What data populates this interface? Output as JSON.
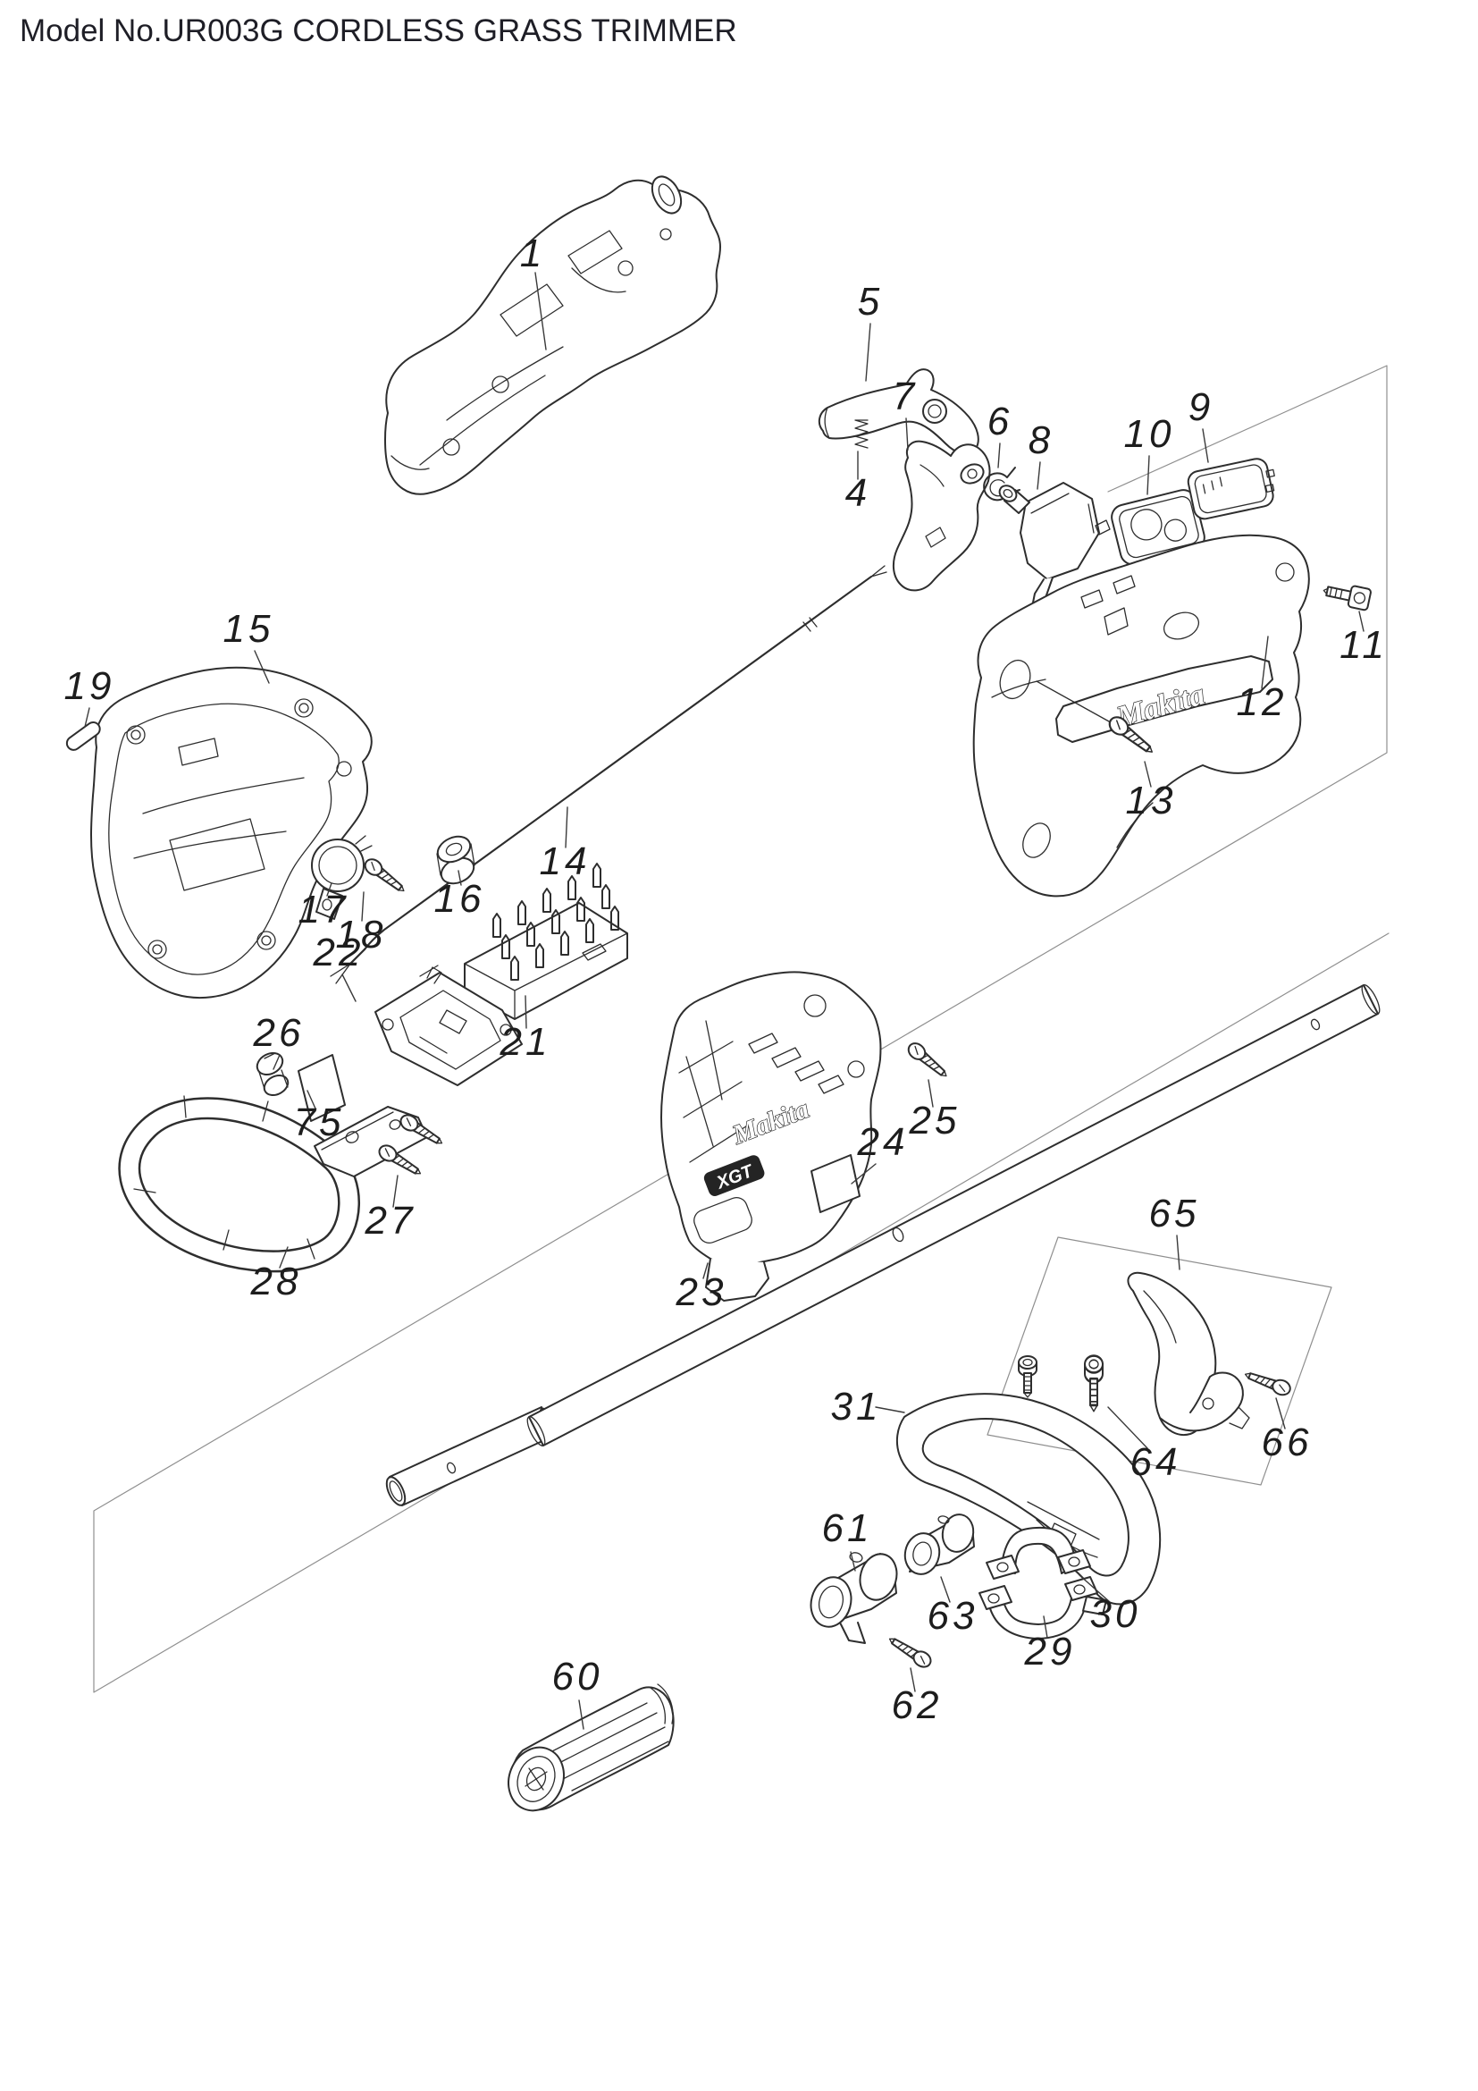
{
  "title": "Model No.UR003G CORDLESS GRASS TRIMMER",
  "colors": {
    "background": "#ffffff",
    "line": "#2e2e2e",
    "label": "#1d1d1d"
  },
  "brand": {
    "rear_housing_logo": "Makita",
    "battery_housing_logo": "Makita",
    "battery_housing_badge": "XGT"
  },
  "parts": {
    "p1": {
      "number": "1"
    },
    "p4": {
      "number": "4"
    },
    "p5": {
      "number": "5"
    },
    "p6": {
      "number": "6"
    },
    "p7": {
      "number": "7"
    },
    "p8": {
      "number": "8"
    },
    "p9": {
      "number": "9"
    },
    "p10": {
      "number": "10"
    },
    "p11": {
      "number": "11"
    },
    "p12": {
      "number": "12"
    },
    "p13": {
      "number": "13"
    },
    "p14": {
      "number": "14"
    },
    "p15": {
      "number": "15"
    },
    "p16": {
      "number": "16"
    },
    "p17": {
      "number": "17"
    },
    "p18": {
      "number": "18"
    },
    "p19": {
      "number": "19"
    },
    "p21": {
      "number": "21"
    },
    "p22": {
      "number": "22"
    },
    "p23": {
      "number": "23"
    },
    "p24": {
      "number": "24"
    },
    "p25": {
      "number": "25"
    },
    "p26": {
      "number": "26"
    },
    "p27": {
      "number": "27"
    },
    "p28": {
      "number": "28"
    },
    "p29": {
      "number": "29"
    },
    "p30": {
      "number": "30"
    },
    "p31": {
      "number": "31"
    },
    "p60": {
      "number": "60"
    },
    "p61": {
      "number": "61"
    },
    "p62": {
      "number": "62"
    },
    "p63": {
      "number": "63"
    },
    "p64": {
      "number": "64"
    },
    "p65": {
      "number": "65"
    },
    "p66": {
      "number": "66"
    },
    "p75": {
      "number": "75"
    }
  }
}
